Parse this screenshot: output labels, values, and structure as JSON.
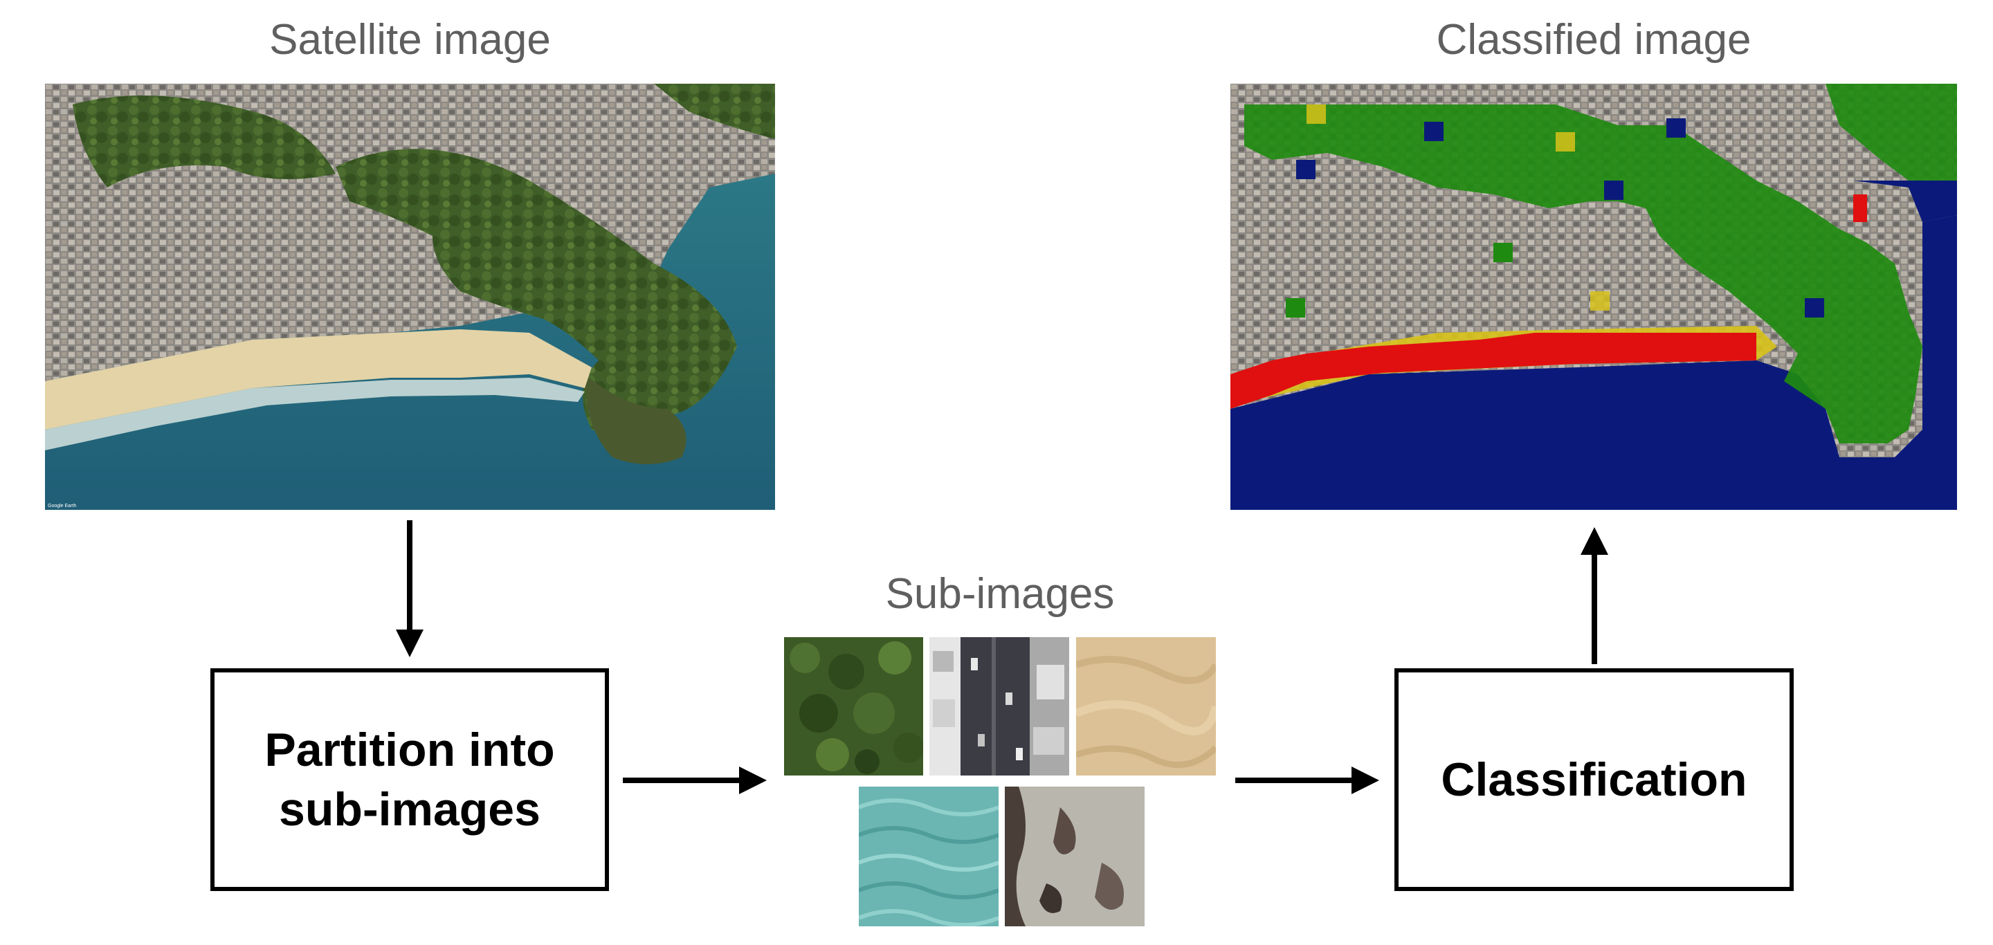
{
  "labels": {
    "satellite": "Satellite image",
    "classified": "Classified image",
    "subimages": "Sub-images"
  },
  "boxes": {
    "partition": "Partition into\nsub-images",
    "classification": "Classification"
  },
  "satellite_image": {
    "credit": "Google Earth"
  },
  "sub_image_tiles": [
    "vegetation",
    "urban-street",
    "sand",
    "water",
    "rock"
  ],
  "class_colors": {
    "vegetation": "#1f8a10",
    "water": "#0b1a7a",
    "sand": "#d8c21a",
    "urban": "#9a9a9a",
    "rock": "#e01010"
  }
}
